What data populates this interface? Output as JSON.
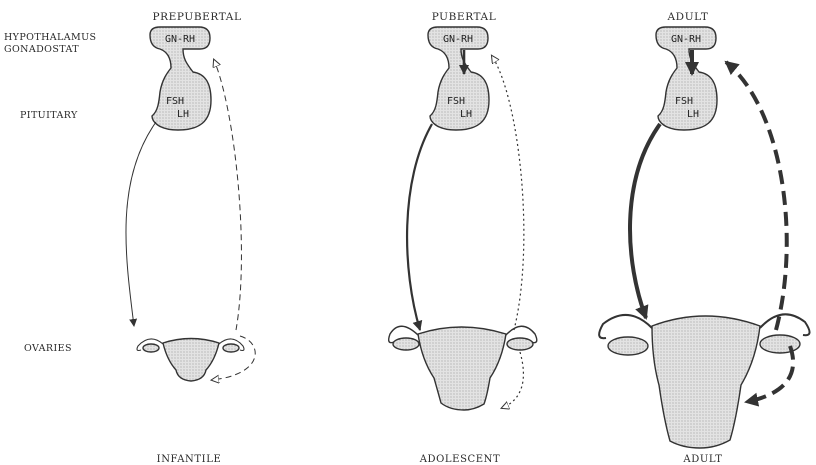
{
  "stages": {
    "prepubertal": {
      "title": "PREPUBERTAL",
      "caption": "INFANTILE"
    },
    "pubertal": {
      "title": "PUBERTAL",
      "caption": "ADOLESCENT"
    },
    "adult": {
      "title": "ADULT",
      "caption": "ADULT"
    }
  },
  "side_labels": {
    "hypothalamus_1": "HYPOTHALAMUS",
    "hypothalamus_2": "GONADOSTAT",
    "pituitary": "PITUITARY",
    "ovaries": "OVARIES"
  },
  "hormones": {
    "gnrh": "GN-RH",
    "fsh": "FSH",
    "lh": "LH"
  }
}
